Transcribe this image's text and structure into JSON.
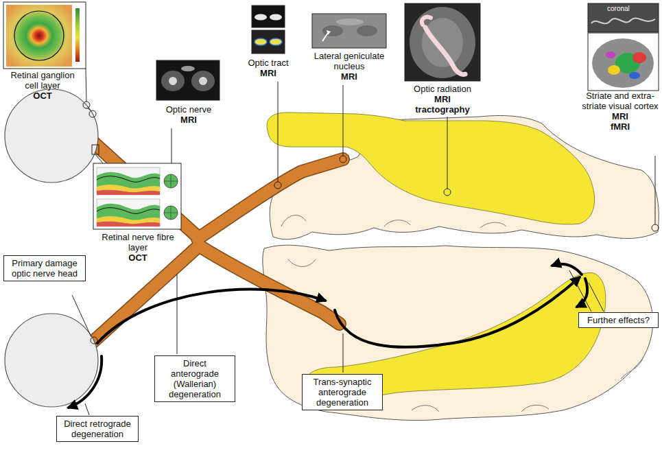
{
  "diagram": {
    "nodes": [
      {
        "text": [
          "Retinal ganglion cell layer",
          "OCT"
        ]
      },
      {
        "text": [
          "Optic nerve",
          "MRI"
        ]
      },
      {
        "text": [
          "Optic tract",
          "MRI"
        ]
      },
      {
        "text": [
          "Lateral geniculate nucleus",
          "MRI"
        ]
      },
      {
        "text": [
          "Optic radiation",
          "MRI",
          "tractography"
        ]
      },
      {
        "text": [
          "Striate and extra-striate visual cortex",
          "MRI",
          "fMRI"
        ]
      },
      {
        "text": [
          "Retinal nerve fibre layer",
          "OCT"
        ]
      },
      {
        "text": [
          "Primary damage optic nerve head"
        ]
      },
      {
        "text": [
          "Direct anterograde (Wallerian) degeneration"
        ]
      },
      {
        "text": [
          "Further effects?"
        ]
      },
      {
        "text": [
          "Direct retrograde degeneration"
        ]
      },
      {
        "text": [
          "Trans-synaptic anterograde degeneration"
        ]
      }
    ],
    "labels": [
      "coronal"
    ]
  }
}
